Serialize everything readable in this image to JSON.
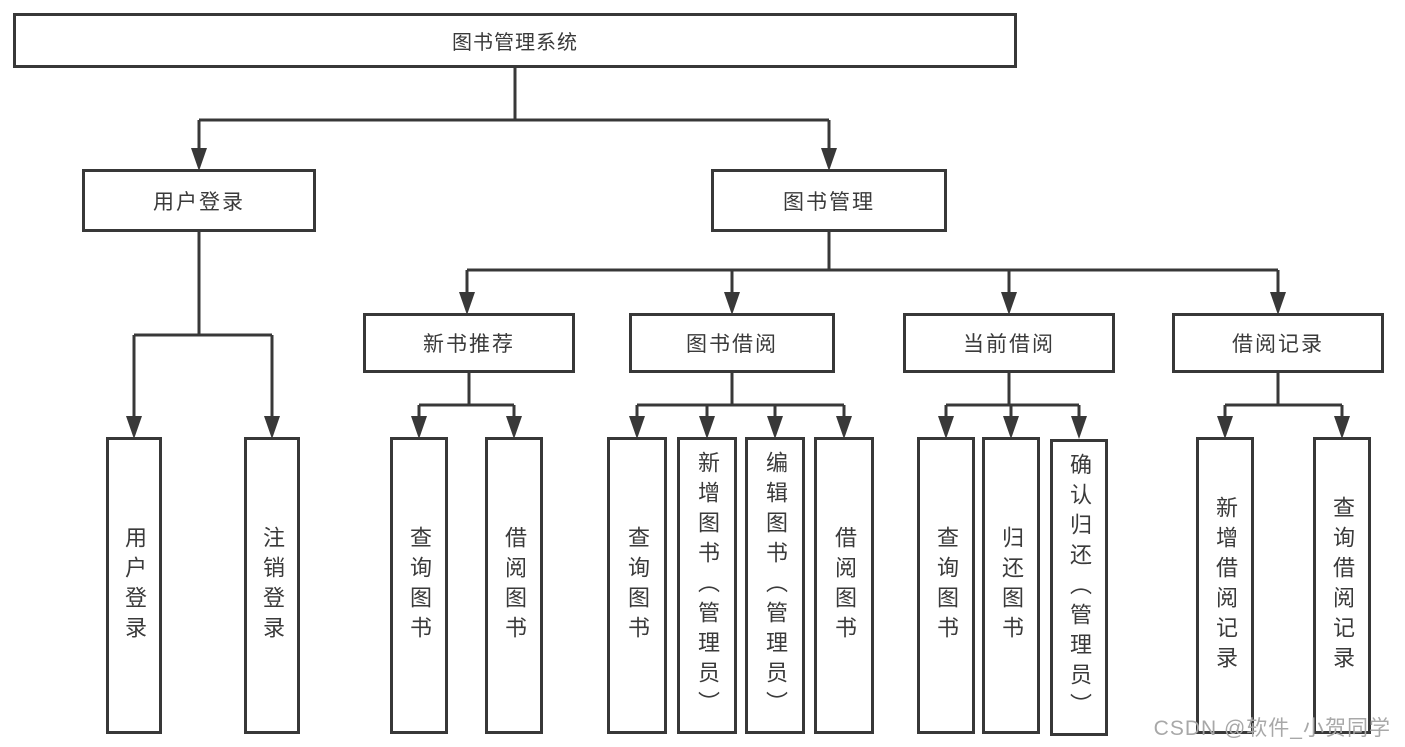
{
  "title": "图书管理系统",
  "watermark": "CSDN @软件_小贺同学",
  "colors": {
    "border": "#383838",
    "text": "#3a3a3a",
    "background": "#ffffff",
    "watermark": "#a8a8a8"
  },
  "tree": {
    "root": {
      "label": "图书管理系统"
    },
    "children": [
      {
        "label": "用户登录",
        "children": [
          {
            "label": "用户登录"
          },
          {
            "label": "注销登录"
          }
        ]
      },
      {
        "label": "图书管理",
        "children": [
          {
            "label": "新书推荐",
            "children": [
              {
                "label": "查询图书"
              },
              {
                "label": "借阅图书"
              }
            ]
          },
          {
            "label": "图书借阅",
            "children": [
              {
                "label": "查询图书"
              },
              {
                "label": "新增图书（管理员）"
              },
              {
                "label": "编辑图书（管理员）"
              },
              {
                "label": "借阅图书"
              }
            ]
          },
          {
            "label": "当前借阅",
            "children": [
              {
                "label": "查询图书"
              },
              {
                "label": "归还图书"
              },
              {
                "label": "确认归还（管理员）"
              }
            ]
          },
          {
            "label": "借阅记录",
            "children": [
              {
                "label": "新增借阅记录"
              },
              {
                "label": "查询借阅记录"
              }
            ]
          }
        ]
      }
    ]
  }
}
